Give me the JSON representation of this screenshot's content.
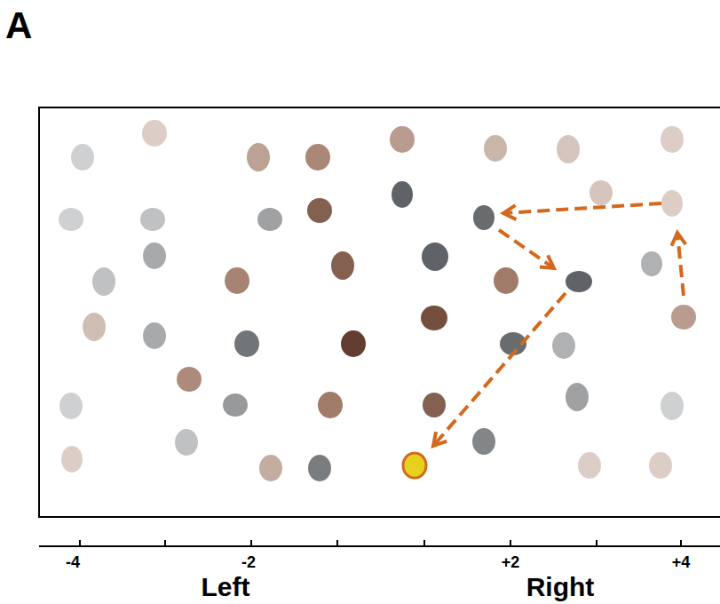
{
  "diagram": {
    "labels": [
      "A",
      "-4",
      "-2",
      "+2",
      "+4",
      "Left",
      "Right"
    ]
  }
}
